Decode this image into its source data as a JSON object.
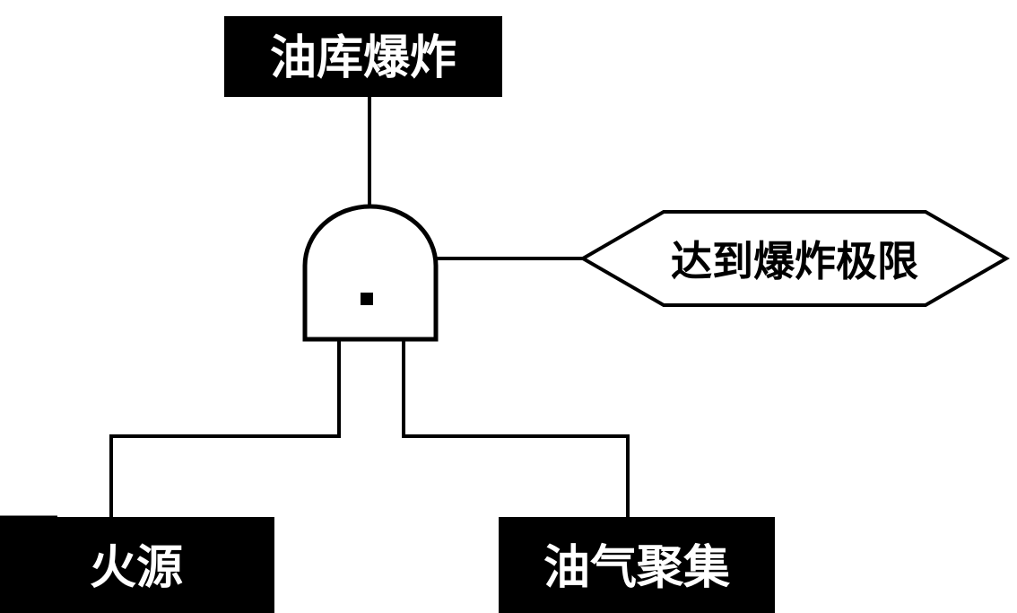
{
  "diagram": {
    "type": "fault-tree",
    "top_event": {
      "label": "油库爆炸"
    },
    "gate": {
      "kind": "inhibit-and-gate"
    },
    "condition": {
      "label": "达到爆炸极限"
    },
    "basic_events": [
      {
        "label": "火源"
      },
      {
        "label": "油气聚集"
      }
    ],
    "colors": {
      "box_fill": "#000000",
      "box_text": "#ffffff",
      "line": "#000000",
      "background": "#ffffff"
    }
  }
}
